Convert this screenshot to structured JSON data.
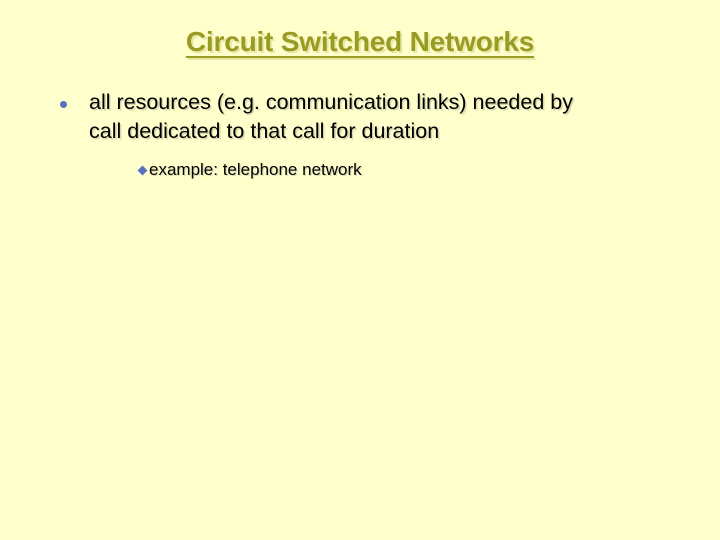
{
  "slide": {
    "background_color": "#ffffcc",
    "title": {
      "text": "Circuit Switched Networks",
      "color": "#9a9b22",
      "shadow_color": "#e8e8a8",
      "underlined": true
    },
    "bullets": [
      {
        "level": 1,
        "marker": "round-dot",
        "marker_color": "#5a6fc0",
        "text": "all resources (e.g. communication links) needed by call dedicated to that call for duration",
        "text_color": "#000000",
        "children": [
          {
            "level": 2,
            "marker": "diamond",
            "marker_color": "#5a6fc0",
            "text": "example: telephone network",
            "text_color": "#000000"
          }
        ]
      }
    ]
  }
}
